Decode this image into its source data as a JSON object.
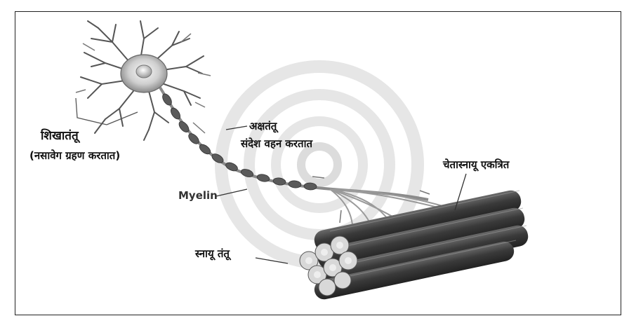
{
  "labels": {
    "dendrites": "शिखातंतू",
    "dendrites_function": "(नसावेग ग्रहण करतात)",
    "axon": "अक्षतंतू",
    "axon_function": "संदेश वहन करतात",
    "myelin": "Myelin",
    "nerve_endings": "चेतास्नायू एकत्रित",
    "muscle_fibres": "स्नायू तंतू"
  },
  "colors": {
    "frame": "#222222",
    "cell_body": "#d9d9d9",
    "myelin_segment": "#5a5a5a",
    "muscle": "#4a4a4a",
    "background_swirl": "#e4e4e4"
  }
}
